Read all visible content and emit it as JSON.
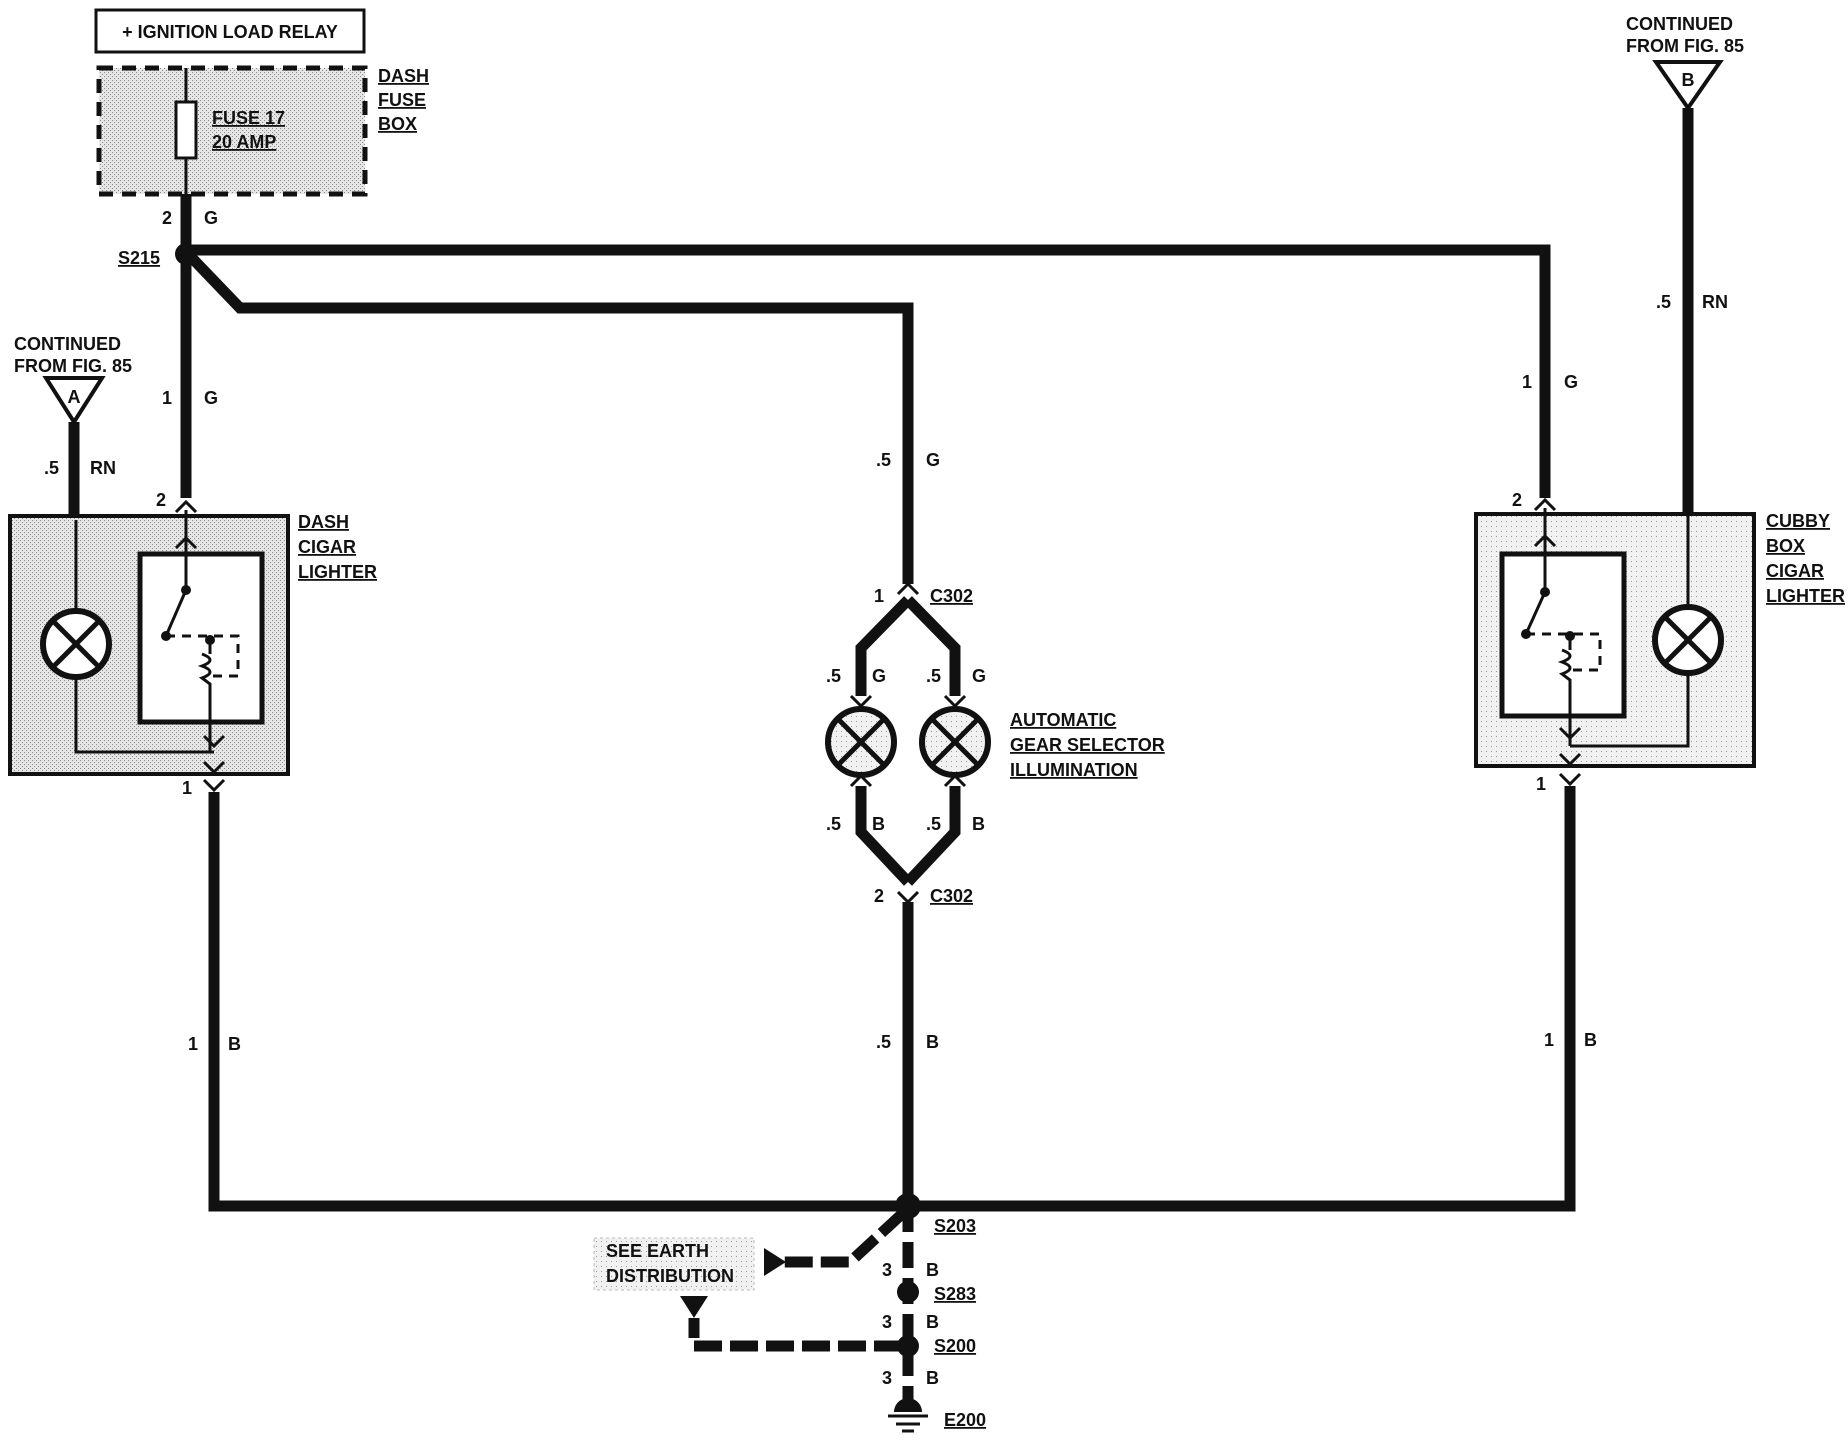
{
  "relay_label": "+ IGNITION LOAD RELAY",
  "fuse_box": {
    "name_lines": [
      "DASH",
      "FUSE",
      "BOX"
    ],
    "fuse_line1": "FUSE 17",
    "fuse_line2": "20 AMP"
  },
  "continued_a": {
    "line1": "CONTINUED",
    "line2": "FROM FIG. 85",
    "letter": "A"
  },
  "continued_b": {
    "line1": "CONTINUED",
    "line2": "FROM FIG. 85",
    "letter": "B"
  },
  "dash_lighter": {
    "name_lines": [
      "DASH",
      "CIGAR",
      "LIGHTER"
    ],
    "pin_top": "2",
    "pin_bottom": "1"
  },
  "cubby_lighter": {
    "name_lines": [
      "CUBBY",
      "BOX",
      "CIGAR",
      "LIGHTER"
    ],
    "pin_top": "2",
    "pin_bottom": "1"
  },
  "gear_selector": {
    "name_lines": [
      "AUTOMATIC",
      "GEAR SELECTOR",
      "ILLUMINATION"
    ]
  },
  "splices": {
    "s215": "S215",
    "s203": "S203",
    "s283": "S283",
    "s200": "S200"
  },
  "ground": "E200",
  "connectors": {
    "c302_top": "C302",
    "c302_top_pin": "1",
    "c302_bottom": "C302",
    "c302_bottom_pin": "2"
  },
  "earth_distribution": {
    "line1": "SEE EARTH",
    "line2": "DISTRIBUTION"
  },
  "wires": [
    {
      "size": "2",
      "color": "G"
    },
    {
      "size": "1",
      "color": "G"
    },
    {
      "size": ".5",
      "color": "RN"
    },
    {
      "size": ".5",
      "color": "G"
    },
    {
      "size": "1",
      "color": "G"
    },
    {
      "size": ".5",
      "color": "RN"
    },
    {
      "size": ".5",
      "color": "G"
    },
    {
      "size": ".5",
      "color": "G"
    },
    {
      "size": ".5",
      "color": "B"
    },
    {
      "size": ".5",
      "color": "B"
    },
    {
      "size": "1",
      "color": "B"
    },
    {
      "size": ".5",
      "color": "B"
    },
    {
      "size": "1",
      "color": "B"
    },
    {
      "size": "3",
      "color": "B"
    },
    {
      "size": "3",
      "color": "B"
    },
    {
      "size": "3",
      "color": "B"
    }
  ],
  "colors": {
    "ink": "#111111",
    "shading": "#d2d2d2"
  }
}
